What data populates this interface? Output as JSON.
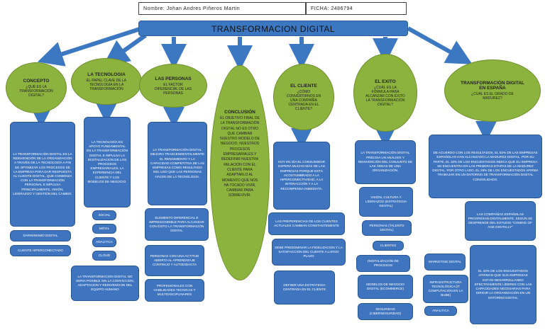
{
  "header": {
    "name": "Nombre: Johan Andres Piñeros Martin",
    "ficha": "FICHA: 2486794"
  },
  "title": "TRANSFORMACION DIGITAL",
  "concepto": {
    "heading": "CONCEPTO",
    "question": "¿QUÉ ES LA TRANSFORMACIÓN DIGITAL?",
    "text": "LA TRANSFORMACIÓN DIGITAL ES LA REINVENCIÓN DE LA ORGANIZACIÓN A TRAVÉS DE LA TECNOLOGÍA A FIN DE OPTIMIZAR LOS PROCESOS DE LA EMPRESA PARA DAR RESPUESTA AL CLIENTE DIGITAL, QUE COMIENZA CON LA TRANSFORMACIÓN PERSONAL E IMPULSA PRINCIPALMENTE, VISIÓN, LIDERAZGO Y GESTIÓN DEL CAMBIO.",
    "items": [
      "DARWINISMO DIGITAL",
      "CLIENTE HIPERCONECTADO"
    ]
  },
  "tecnologia": {
    "heading": "LA TECNOLOGIA",
    "question": "EL PAPEL CLAVE DE LA TECNOLOGÍA EN LA TRANSFORMACIÓN",
    "text": "LA TECNOLOGÍA ES APOYO FUNDAMENTAL EN LA TRANSFORMACIÓN DIGITAL E IMPULSA LA DIGITALIZACIÓN DE LOS PROCESOS EMPRESARIALES, LA EXPERIENCIA DEL CLIENTE Y LOS MODELOS DE NEGOCIO.",
    "items": [
      "SOCIAL",
      "MÓVIL",
      "ANALITICA",
      "CLOUD"
    ],
    "note": "LA TRANSFORMACION DIGITAL NO SERIA POSIBLE SIN LA CONVICCION, ADAPTACION Y REINVENCION DEL EQUIPO HUMANO"
  },
  "personas": {
    "heading": "LAS PERSONAS",
    "question": "EL FACTOR DIFERENCIAL DE LAS PERSONAS",
    "text": "LA TRANSFORMACIÓN DIGITAL MEJORA TRASCENDENTALMENTE EL RENDIMIENTO Y LA CAPACIDAD COMPETITIVA DE LAS EMPRESAS COMO RESULTADO DEL USO QUE LAS PERSONAS HACEN DE LA TECNOLOGÍA.",
    "items": [
      "ELEMENTO DIFERENCIAL E IMPRESCINDIBLE PARA ALCANZAR CON ÉXITO LA TRANSFORMACIÓN DIGITAL",
      "PERSONAS CON UNA ACTITUD ABIERTA AL APRENDIZAJE CONTINUO Y AUTODIDACTA",
      "PROFESIONALES CON HABILIDADES TECNICAS Y MULTIDISCIPLINARES"
    ]
  },
  "conclusion": {
    "heading": "CONCLUSIÓN",
    "text": "EL OBJETIVO FINAL DE LA TRANSFORMACIÓN DIGITAL NO ES OTRO QUE CAMBIAR NUESTRO MODELO DE NEGOCIO, NUESTROS PROCESOS EMPRESARIALES Y REDEFINIR NUESTRA RELACIÓN CON EL CLIENTE PARA ADAPTARLO AL MOMENTO QUE NOS HA TOCADO VIVIR, CAMBIAR PARA SOBREVIVIR."
  },
  "cliente": {
    "heading": "EL CLIENTE",
    "question": "¿CÓMO CONVERTIRNOS EN UNA COMPAÑÍA CENTRADA EN EL CLIENTE?",
    "text": "HOY EN DÍA EL CONSUMIDOR ESPERA MUCHO MÁS DE LAS EMPRESAS PORQUE ESTÁ ACOSTUMBRADO A LA HIPERCONECTIVIDAD, A LA INTERACCIÓN Y A LA RECOMPENSA INMEDIATA.",
    "items": [
      "LAS PREFERENCIAS DE LOS CLIENTES ACTUALES CAMBIAN CONSTANTEMENTE",
      "DEBE PREDOMINAR LA FIDELIZACION Y LA SATISFACCION DEL CLIENTE A LARGO PLAZO",
      "DEFINIR UNA ESTRATEGIA CENTRADA EN EL CLIENTE"
    ]
  },
  "exito": {
    "heading": "EL EXITO",
    "question": "¿CUÁL ES LA FÓRMULA PARA ALCANZAR CON ÉXITO LA TRANSFORMACIÓN DIGITAL?",
    "text": "LA TRANSFORMACIÓN DIGITAL PRECISA UN ANÁLISIS Y REINVENCIÓN DEL CONJUNTO DE LAS ÁREAS DE UNA ORGANIZACIÓN.",
    "items": [
      "VISIÓN, CULTURA Y LIDERAZGO (ESTRATEGIA DIGITAL)",
      "PERSONAS (TALENTO DIGITAL)",
      "CLIENTES",
      "DIGITALIZACIÓN DE PROCESOS",
      "MODELOS DE NEGOCIO DIGITAL (ECOMMERCE)",
      "SEGURIDAD (CIBERSEGURIDAD)"
    ],
    "side": [
      "MARKETING DIGITAL",
      "INFRAESTRUCTURA TECNOLÓGICA (IT COMPUTACIÓN EN LA NUBE)",
      "ANALITICA"
    ]
  },
  "espana": {
    "heading": "TRANSFORMACIÓN DIGITAL EN ESPAÑA",
    "question": "¿CUÁL ES EL GRADO DE MADUREZ?",
    "text": "DE ACUERDO CON LOS RESULTADOS, EL 53% DE LAS EMPRESAS ESPAÑOLAS HAN ALCANZADO LA MADUREZ DIGITAL. POR SU PARTE, EL 18% DE LOS ENCUESTADOS INDICA QUE SU EMPRESA SE ENCUENTRA EN LAS PRIMERAS ETAPAS DE LA MADUREZ DIGITAL. POR OTRO LADO, EL 29% DE LOS ENCUESTADOS AFIRMA TRABAJAR EN UN ENTORNO DE TRANSFORMACIÓN DIGITAL CONSOLIDADO.",
    "items": [
      "LAS COMPAÑÍAS ESPAÑOLAS PROGRESAN DIGITALMENTE, SEGÚN SE DESPRENDE DEL ESTUDIO \"COMING OF AGE DIGITALLY\"",
      "EL 43% DE LOS ENCUESTADOS AFIRMAN QUE SUS EMPRESAS ESTÁN DESARROLLANDO EFECTIVAMENTE LÍDERES CON LAS CAPACIDADES NECESARIAS PARA DIRIGIR LA ORGANIZACIÓN EN UN ENTORNO DIGITAL"
    ]
  },
  "colors": {
    "box": "#3f74be",
    "oval": "#8db33f",
    "arrow": "#3c77c1"
  }
}
